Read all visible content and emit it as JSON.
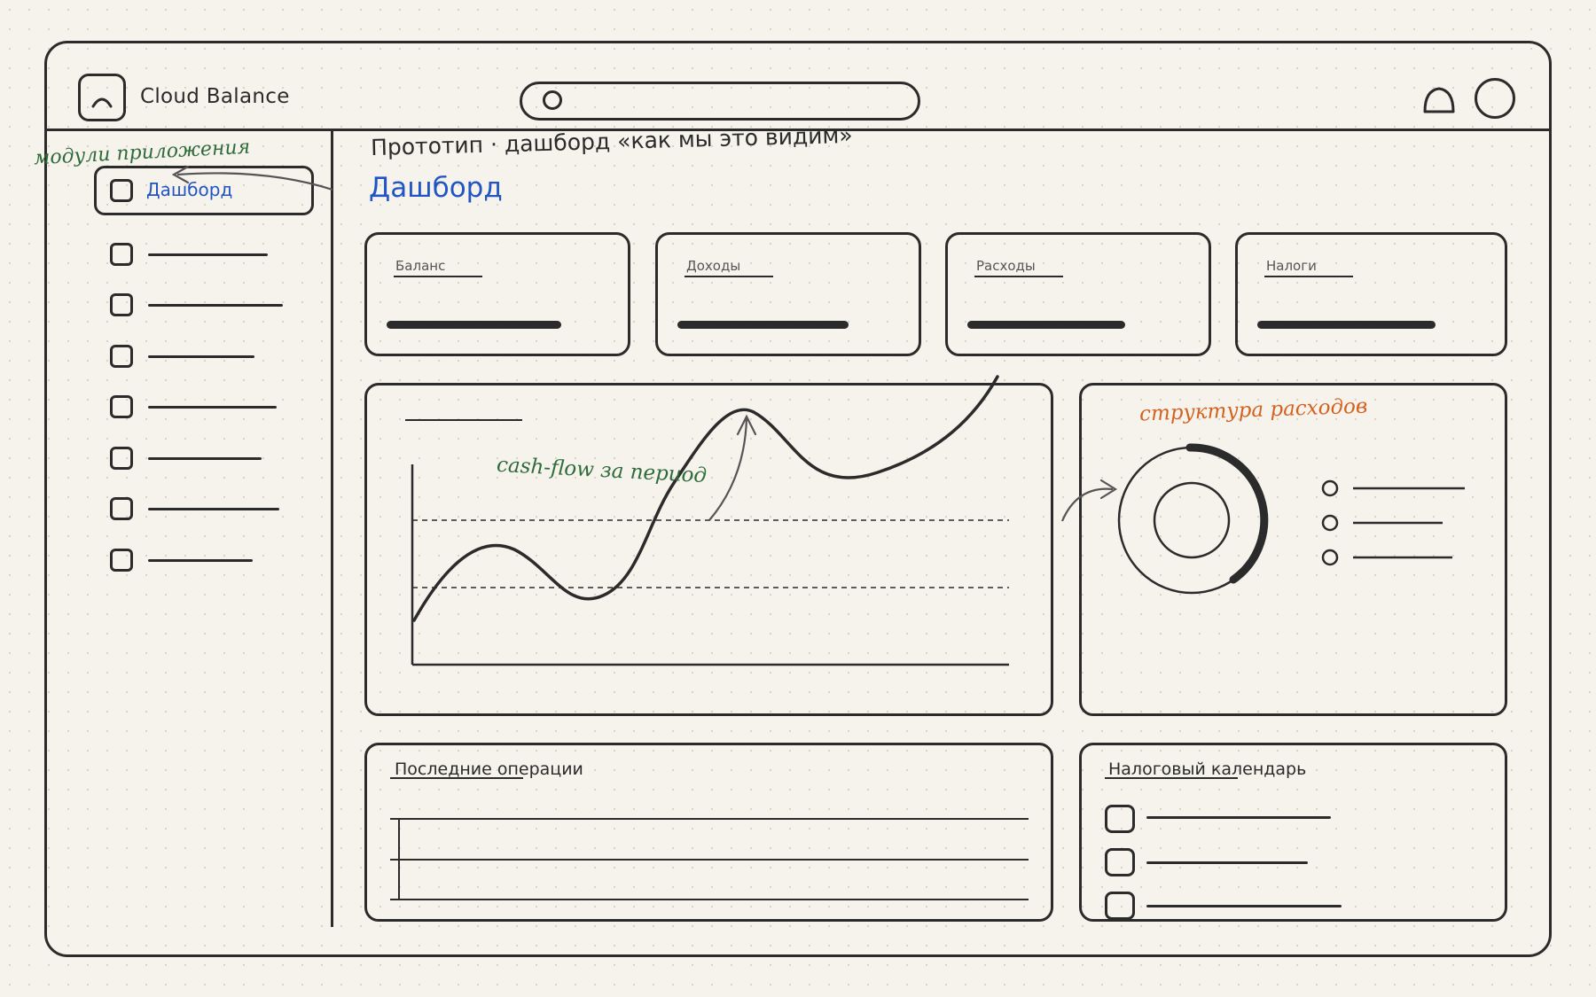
{
  "app": {
    "title": "Cloud Balance"
  },
  "annotations": {
    "sidebar_note": "модули приложения",
    "chart_note": "cash-flow за период",
    "donut_note": "структура расходов"
  },
  "header": {
    "prototype_title": "Прототип · дашборд «как мы это видим»"
  },
  "sidebar": {
    "active_item": "Дашборд"
  },
  "page": {
    "title": "Дашборд"
  },
  "kpis": [
    {
      "label": "Баланс"
    },
    {
      "label": "Доходы"
    },
    {
      "label": "Расходы"
    },
    {
      "label": "Налоги"
    }
  ],
  "sections": {
    "recent_operations": "Последние операции",
    "tax_calendar": "Налоговый календарь"
  },
  "colors": {
    "accent_blue": "#2255c4",
    "note_green": "#2f6b3a",
    "note_orange": "#d4621f",
    "ink": "#2b2b2b"
  },
  "icons": [
    "logo-icon",
    "search-icon",
    "bell-icon",
    "avatar-icon"
  ]
}
